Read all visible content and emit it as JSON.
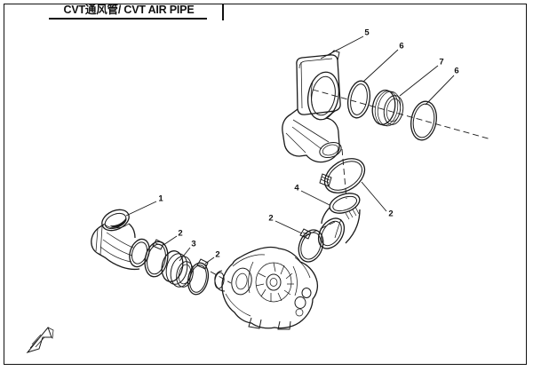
{
  "page": {
    "background": "#ffffff",
    "line_color": "#1a1a1a"
  },
  "header": {
    "title": "CVT通风管/ CVT AIR PIPE"
  },
  "diagram": {
    "type": "exploded-parts-drawing",
    "callouts": [
      {
        "label": "1"
      },
      {
        "label": "2"
      },
      {
        "label": "3"
      },
      {
        "label": "2"
      },
      {
        "label": "4"
      },
      {
        "label": "2"
      },
      {
        "label": "2"
      },
      {
        "label": "5"
      },
      {
        "label": "6"
      },
      {
        "label": "7"
      },
      {
        "label": "6"
      }
    ],
    "icons": [
      {
        "name": "direction-arrow-emblem"
      }
    ]
  }
}
